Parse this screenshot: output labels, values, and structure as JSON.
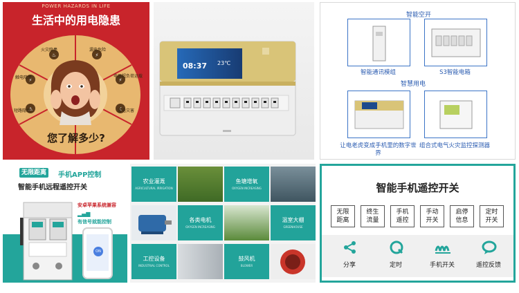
{
  "hazards": {
    "subtitle": "POWER HAZARDS IN LIFE",
    "title": "生活中的用电隐患",
    "items": [
      "火灾隐患",
      "漏电危险",
      "电器超负荷运载",
      "雷电灾害",
      "短路隐患",
      "触电隐患"
    ],
    "question": "您了解多少?",
    "colors": {
      "bg": "#c8242b",
      "wheel": "#e8b870",
      "segment": "#f2d29a"
    }
  },
  "device": {
    "time": "08:37",
    "temp": "23℃"
  },
  "smart": {
    "heading1": "智能空开",
    "module": "智能通讯模组",
    "box": "S3智能电箱",
    "heading2": "智慧用电",
    "caption3": "让电老虎变成手机里的数字世界",
    "caption4": "组合式电气火灾监控探测器"
  },
  "app": {
    "badge": "无限距离",
    "badge_rest": "手机APP控制",
    "line2": "智能手机远程遥控开关",
    "compat": "安卓苹果系统兼容",
    "signal": "有信号就能控制",
    "on_label": "ON"
  },
  "apps": {
    "cells": [
      {
        "zh": "农业灌溉",
        "en": "AGRICULTURAL IRRIGATION"
      },
      {
        "zh": "鱼塘增氧",
        "en": "OXYGEN INCREASING"
      },
      {
        "zh": "各类电机",
        "en": "OXYGEN INCREASING"
      },
      {
        "zh": "温室大棚",
        "en": "GREENHOUSE"
      },
      {
        "zh": "工控设备",
        "en": "INDUSTRIAL CONTROL"
      },
      {
        "zh": "鼓风机",
        "en": "BLOWER"
      }
    ]
  },
  "remote": {
    "title": "智能手机遥控开关",
    "features": [
      [
        "无限",
        "距离"
      ],
      [
        "终生",
        "流量"
      ],
      [
        "手机",
        "遥控"
      ],
      [
        "手动",
        "开关"
      ],
      [
        "启停",
        "信息"
      ],
      [
        "定时",
        "开关"
      ]
    ],
    "icons": [
      {
        "label": "分享",
        "icon": "share-icon"
      },
      {
        "label": "定时",
        "icon": "timer-icon"
      },
      {
        "label": "手机开关",
        "icon": "switch-icon"
      },
      {
        "label": "遥控反馈",
        "icon": "feedback-icon"
      }
    ],
    "accent": "#23a59b"
  }
}
